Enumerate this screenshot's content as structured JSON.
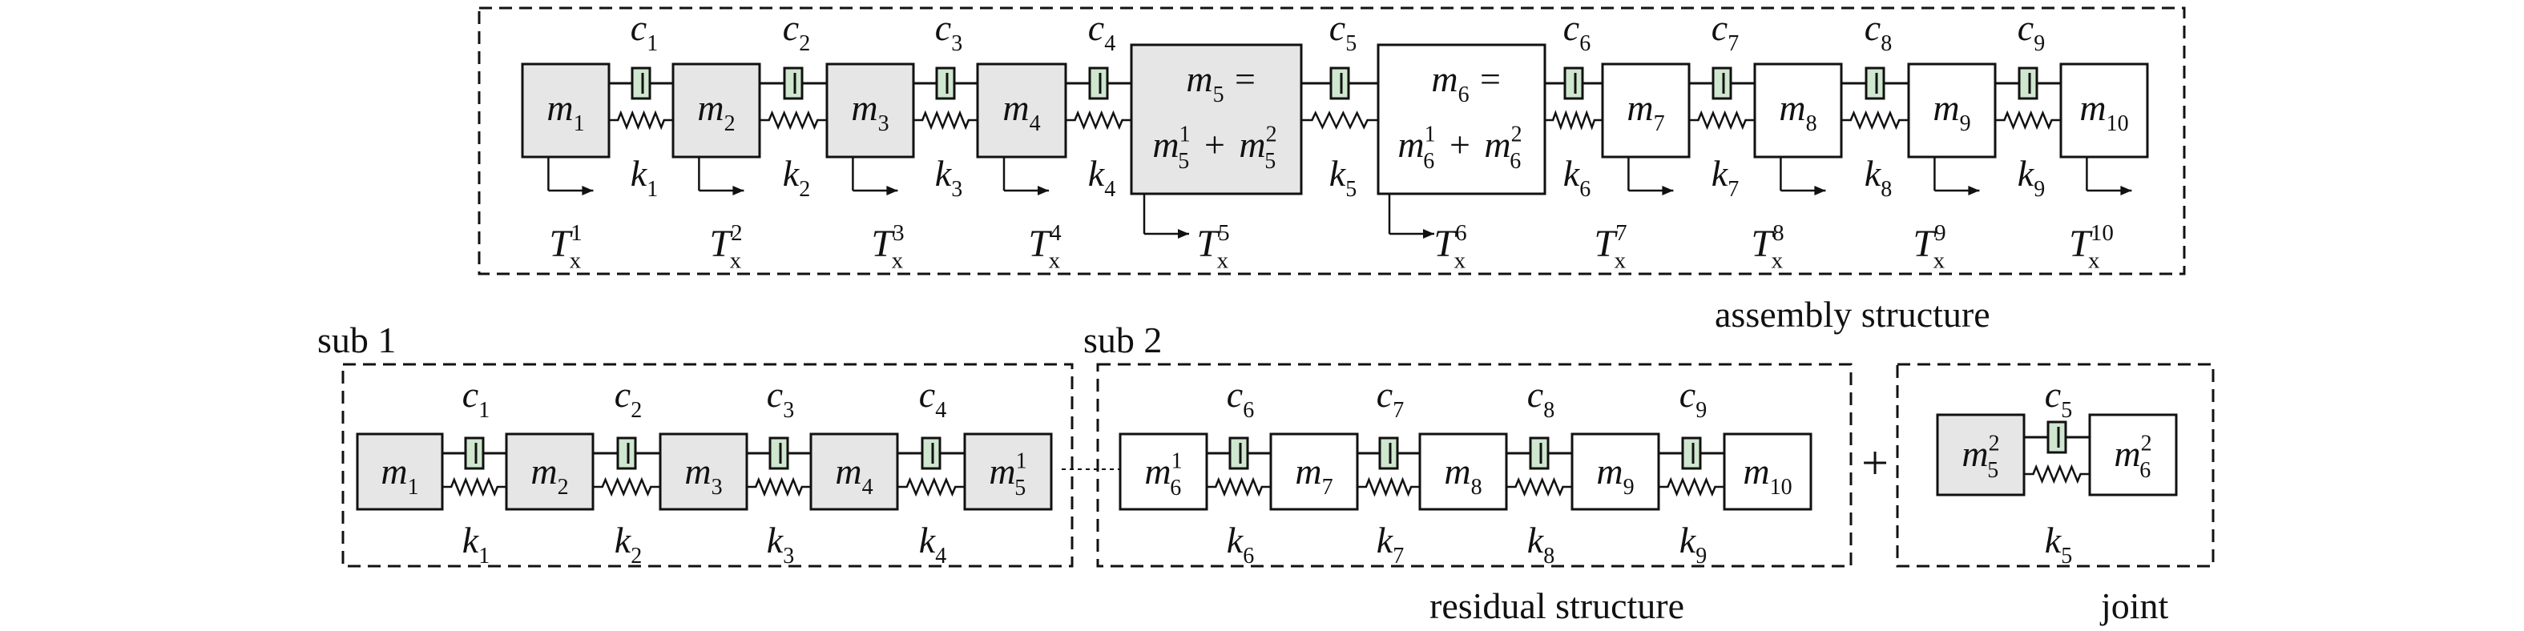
{
  "colors": {
    "line": "#111111",
    "mass_grey": "#e6e6e6",
    "mass_white": "#ffffff",
    "damper_green": "#cfe6cf"
  },
  "captions": {
    "assembly": "assembly structure",
    "residual": "residual structure",
    "joint": "joint",
    "sub1": "sub 1",
    "sub2": "sub 2",
    "plus": "+"
  },
  "assembly": {
    "masses": [
      {
        "l1": "m",
        "s1": "1",
        "grey": true
      },
      {
        "l1": "m",
        "s1": "2",
        "grey": true
      },
      {
        "l1": "m",
        "s1": "3",
        "grey": true
      },
      {
        "l1": "m",
        "s1": "4",
        "grey": true
      },
      {
        "l1": "m",
        "s1": "5",
        "eq": "=",
        "l2a": "m",
        "sub2a": "5",
        "sup2a": "1",
        "plus": "+",
        "l2b": "m",
        "sub2b": "5",
        "sup2b": "2",
        "grey": true
      },
      {
        "l1": "m",
        "s1": "6",
        "eq": "=",
        "l2a": "m",
        "sub2a": "6",
        "sup2a": "1",
        "plus": "+",
        "l2b": "m",
        "sub2b": "6",
        "sup2b": "2",
        "grey": false
      },
      {
        "l1": "m",
        "s1": "7",
        "grey": false
      },
      {
        "l1": "m",
        "s1": "8",
        "grey": false
      },
      {
        "l1": "m",
        "s1": "9",
        "grey": false
      },
      {
        "l1": "m",
        "s1": "10",
        "grey": false
      }
    ],
    "dampers": [
      {
        "l": "c",
        "s": "1"
      },
      {
        "l": "c",
        "s": "2"
      },
      {
        "l": "c",
        "s": "3"
      },
      {
        "l": "c",
        "s": "4"
      },
      {
        "l": "c",
        "s": "5"
      },
      {
        "l": "c",
        "s": "6"
      },
      {
        "l": "c",
        "s": "7"
      },
      {
        "l": "c",
        "s": "8"
      },
      {
        "l": "c",
        "s": "9"
      }
    ],
    "springs": [
      {
        "l": "k",
        "s": "1"
      },
      {
        "l": "k",
        "s": "2"
      },
      {
        "l": "k",
        "s": "3"
      },
      {
        "l": "k",
        "s": "4"
      },
      {
        "l": "k",
        "s": "5"
      },
      {
        "l": "k",
        "s": "6"
      },
      {
        "l": "k",
        "s": "7"
      },
      {
        "l": "k",
        "s": "8"
      },
      {
        "l": "k",
        "s": "9"
      }
    ],
    "transforms": [
      {
        "l": "T",
        "sub": "x",
        "sup": "1"
      },
      {
        "l": "T",
        "sub": "x",
        "sup": "2"
      },
      {
        "l": "T",
        "sub": "x",
        "sup": "3"
      },
      {
        "l": "T",
        "sub": "x",
        "sup": "4"
      },
      {
        "l": "T",
        "sub": "x",
        "sup": "5"
      },
      {
        "l": "T",
        "sub": "x",
        "sup": "6"
      },
      {
        "l": "T",
        "sub": "x",
        "sup": "7"
      },
      {
        "l": "T",
        "sub": "x",
        "sup": "8"
      },
      {
        "l": "T",
        "sub": "x",
        "sup": "9"
      },
      {
        "l": "T",
        "sub": "x",
        "sup": "10"
      }
    ]
  },
  "sub1": {
    "masses": [
      {
        "l": "m",
        "s": "1",
        "grey": true
      },
      {
        "l": "m",
        "s": "2",
        "grey": true
      },
      {
        "l": "m",
        "s": "3",
        "grey": true
      },
      {
        "l": "m",
        "s": "4",
        "grey": true
      },
      {
        "l": "m",
        "s": "5",
        "sup": "1",
        "grey": true
      }
    ],
    "dampers": [
      {
        "l": "c",
        "s": "1"
      },
      {
        "l": "c",
        "s": "2"
      },
      {
        "l": "c",
        "s": "3"
      },
      {
        "l": "c",
        "s": "4"
      }
    ],
    "springs": [
      {
        "l": "k",
        "s": "1"
      },
      {
        "l": "k",
        "s": "2"
      },
      {
        "l": "k",
        "s": "3"
      },
      {
        "l": "k",
        "s": "4"
      }
    ]
  },
  "sub2": {
    "masses": [
      {
        "l": "m",
        "s": "6",
        "sup": "1",
        "grey": false
      },
      {
        "l": "m",
        "s": "7",
        "grey": false
      },
      {
        "l": "m",
        "s": "8",
        "grey": false
      },
      {
        "l": "m",
        "s": "9",
        "grey": false
      },
      {
        "l": "m",
        "s": "10",
        "grey": false
      }
    ],
    "dampers": [
      {
        "l": "c",
        "s": "6"
      },
      {
        "l": "c",
        "s": "7"
      },
      {
        "l": "c",
        "s": "8"
      },
      {
        "l": "c",
        "s": "9"
      }
    ],
    "springs": [
      {
        "l": "k",
        "s": "6"
      },
      {
        "l": "k",
        "s": "7"
      },
      {
        "l": "k",
        "s": "8"
      },
      {
        "l": "k",
        "s": "9"
      }
    ]
  },
  "joint": {
    "masses": [
      {
        "l": "m",
        "s": "5",
        "sup": "2",
        "grey": true
      },
      {
        "l": "m",
        "s": "6",
        "sup": "2",
        "grey": false
      }
    ],
    "damper": {
      "l": "c",
      "s": "5"
    },
    "spring": {
      "l": "k",
      "s": "5"
    }
  }
}
